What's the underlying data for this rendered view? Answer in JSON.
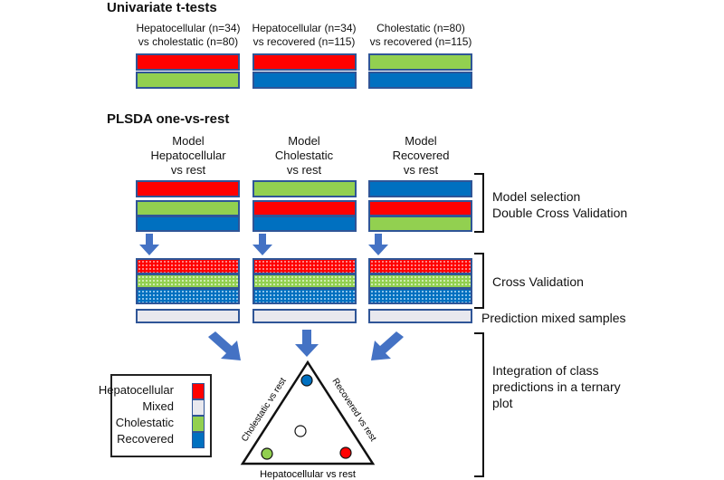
{
  "univariate": {
    "title": "Univariate t-tests",
    "groups": [
      {
        "line1": "Hepatocellular (n=34)",
        "line2": "vs cholestatic (n=80)"
      },
      {
        "line1": "Hepatocellular (n=34)",
        "line2": "vs recovered (n=115)"
      },
      {
        "line1": "Cholestatic (n=80)",
        "line2": "vs recovered (n=115)"
      }
    ]
  },
  "plsda": {
    "title": "PLSDA one-vs-rest",
    "models": [
      {
        "line1": "Model",
        "line2": "Hepatocellular",
        "line3": "vs rest"
      },
      {
        "line1": "Model",
        "line2": "Cholestatic",
        "line3": "vs rest"
      },
      {
        "line1": "Model",
        "line2": "Recovered",
        "line3": "vs rest"
      }
    ],
    "steps": {
      "model_selection": {
        "line1": "Model selection",
        "line2": "Double Cross Validation"
      },
      "cross_validation": "Cross Validation",
      "prediction": "Prediction mixed samples",
      "integration": {
        "line1": "Integration of class",
        "line2": "predictions in a ternary",
        "line3": "plot"
      }
    }
  },
  "legend": {
    "items": [
      {
        "label": "Hepatocellular",
        "color": "#ff0000"
      },
      {
        "label": "Mixed",
        "color": "#e8e8ee"
      },
      {
        "label": "Cholestatic",
        "color": "#92d050"
      },
      {
        "label": "Recovered",
        "color": "#0070c0"
      }
    ]
  },
  "ternary": {
    "left_edge_label": "Cholestatic vs rest",
    "right_edge_label": "Recovered vs rest",
    "bottom_label": "Hepatocellular vs rest"
  },
  "colors": {
    "hepatocellular": "#ff0000",
    "cholestatic": "#92d050",
    "recovered": "#0070c0",
    "mixed": "#e8e8ee",
    "border": "#2f5597",
    "arrow": "#4472c4"
  }
}
